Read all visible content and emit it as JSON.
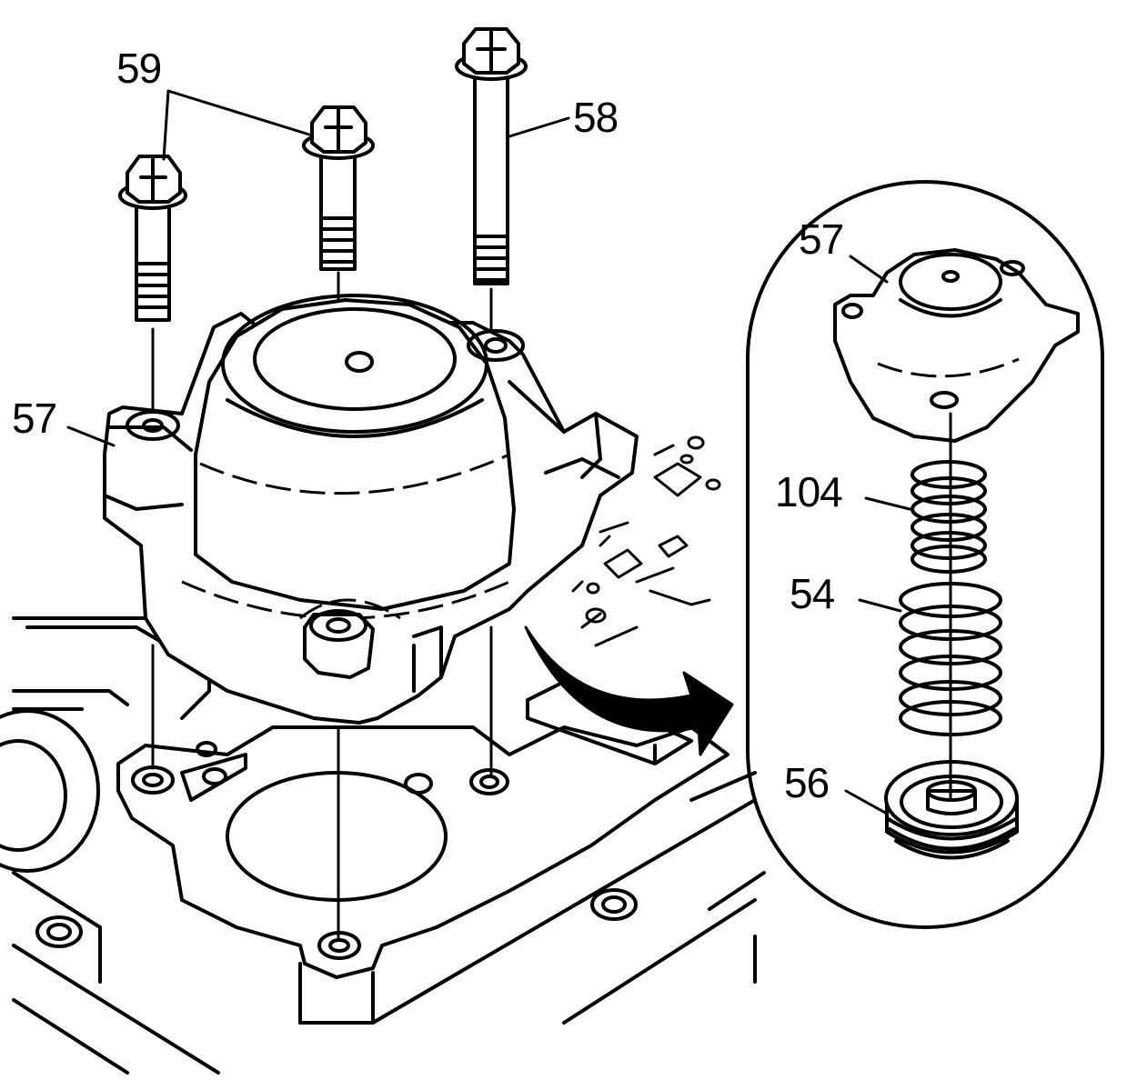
{
  "callouts": {
    "bolt_short_pair": "59",
    "bolt_long": "58",
    "cover_main": "57",
    "cover_inset": "57",
    "spring_small": "104",
    "spring_large": "54",
    "piston": "56"
  },
  "colors": {
    "ink": "#000000",
    "paper": "#ffffff"
  }
}
